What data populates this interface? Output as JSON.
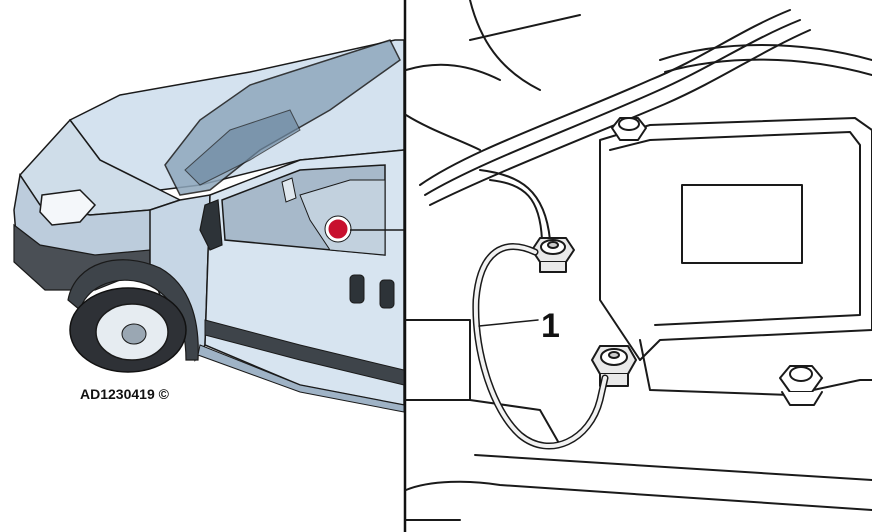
{
  "figure": {
    "reference_code": "AD1230419 ©",
    "callouts": [
      {
        "number": "1",
        "part": "harness"
      }
    ]
  },
  "colors": {
    "vehicle_body": "#d4e2ef",
    "vehicle_shadow": "#a9bfd3",
    "line": "#1a1a1a",
    "marker": "#c8102e",
    "detail_background": "#ffffff"
  }
}
